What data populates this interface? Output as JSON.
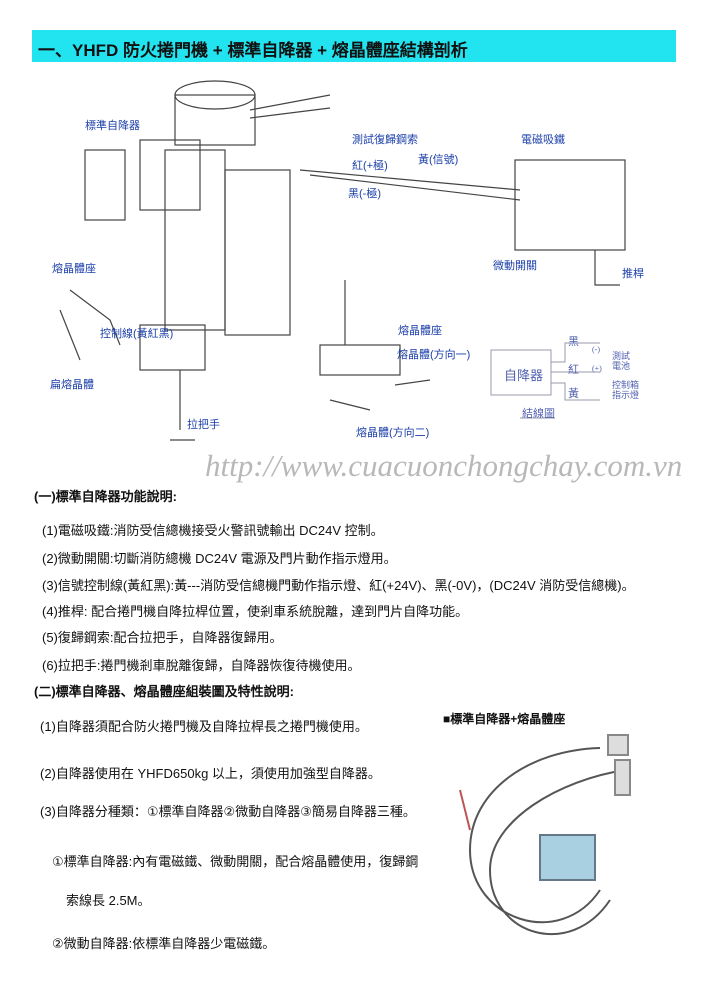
{
  "title": "一、YHFD 防火捲門機 + 標準自降器 + 熔晶體座結構剖析",
  "diagram_labels": [
    "標準自降器",
    "測試復歸鋼索",
    "電磁吸鐵",
    "紅(+極)",
    "黃(信號)",
    "黑(-極)",
    "熔晶體座",
    "微動開關",
    "推桿",
    "熔晶體座",
    "控制線(黃紅黑)",
    "熔晶體(方向一)",
    "扁熔晶體",
    "拉把手",
    "熔晶體(方向二)"
  ],
  "wiring": {
    "box": "自降器",
    "black": "黑",
    "red": "紅",
    "yellow": "黃",
    "minus": "(-)",
    "plus": "(+)",
    "battery": "測試\n電池",
    "indicator": "控制箱\n指示燈",
    "caption": "結線圖"
  },
  "watermark": "http://www.cuacuonchongchay.com.vn",
  "section1": {
    "heading": "(一)標準自降器功能說明:",
    "items": [
      "(1)電磁吸鐵:消防受信總機接受火警訊號輸出 DC24V 控制。",
      "(2)微動開關:切斷消防總機 DC24V 電源及門片動作指示燈用。",
      "(3)信號控制線(黃紅黑):黃---消防受信總機門動作指示燈、紅(+24V)、黑(-0V)，(DC24V 消防受信總機)。",
      "(4)推桿: 配合捲門機自降拉桿位置，使剎車系統脫離，達到門片自降功能。",
      "(5)復歸鋼索:配合拉把手，自降器復歸用。",
      "(6)拉把手:捲門機剎車脫離復歸，自降器恢復待機使用。"
    ]
  },
  "section2": {
    "heading": "(二)標準自降器、熔晶體座組裝圖及特性說明:",
    "items": [
      "(1)自降器須配合防火捲門機及自降拉桿長之捲門機使用。",
      "(2)自降器使用在 YHFD650kg 以上，須使用加強型自降器。",
      "(3)自降器分種類：①標準自降器②微動自降器③簡易自降器三種。",
      "①標準自降器:內有電磁鐵、微動開關，配合熔晶體使用，復歸鋼",
      "索線長 2.5M。",
      "②微動自降器:依標準自降器少電磁鐵。"
    ]
  },
  "photo_caption": "■標準自降器+熔晶體座"
}
